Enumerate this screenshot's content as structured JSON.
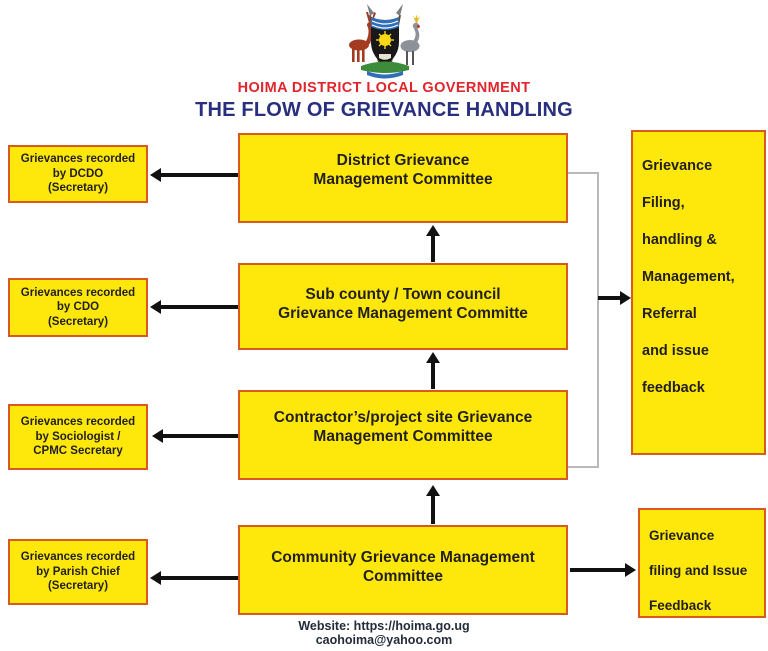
{
  "header": {
    "crest_icon": "uganda-coat-of-arms",
    "org_name": "HOIMA DISTRICT LOCAL GOVERNMENT",
    "title": "THE FLOW OF GRIEVANCE HANDLING"
  },
  "flow": {
    "main": [
      {
        "label": "District Grievance\nManagement Committee"
      },
      {
        "label": "Sub county / Town council\nGrievance Management Committe"
      },
      {
        "label": "Contractor’s/project site Grievance\nManagement Committee"
      },
      {
        "label": "Community Grievance Management\nCommittee"
      }
    ],
    "left": [
      {
        "label": "Grievances recorded\nby DCDO\n(Secretary)"
      },
      {
        "label": "Grievances recorded\nby CDO\n(Secretary)"
      },
      {
        "label": "Grievances recorded\nby Sociologist /\nCPMC Secretary"
      },
      {
        "label": "Grievances recorded\nby Parish Chief\n(Secretary)"
      }
    ],
    "right_tall": {
      "label": "Grievance\nFiling,\nhandling &\nManagement,\nReferral\nand issue\nfeedback"
    },
    "right_bottom": {
      "label": "Grievance\nfiling and Issue\nFeedback"
    }
  },
  "footer": {
    "website": "Website: https://hoima.go.ug",
    "email": "caohoima@yahoo.com"
  },
  "colors": {
    "box_fill": "#FEE70B",
    "box_border": "#D95A21",
    "org_name_red": "#E0252C",
    "title_navy": "#292F7F",
    "arrow_black": "#111111",
    "connector_gray": "#B9B9B9"
  }
}
